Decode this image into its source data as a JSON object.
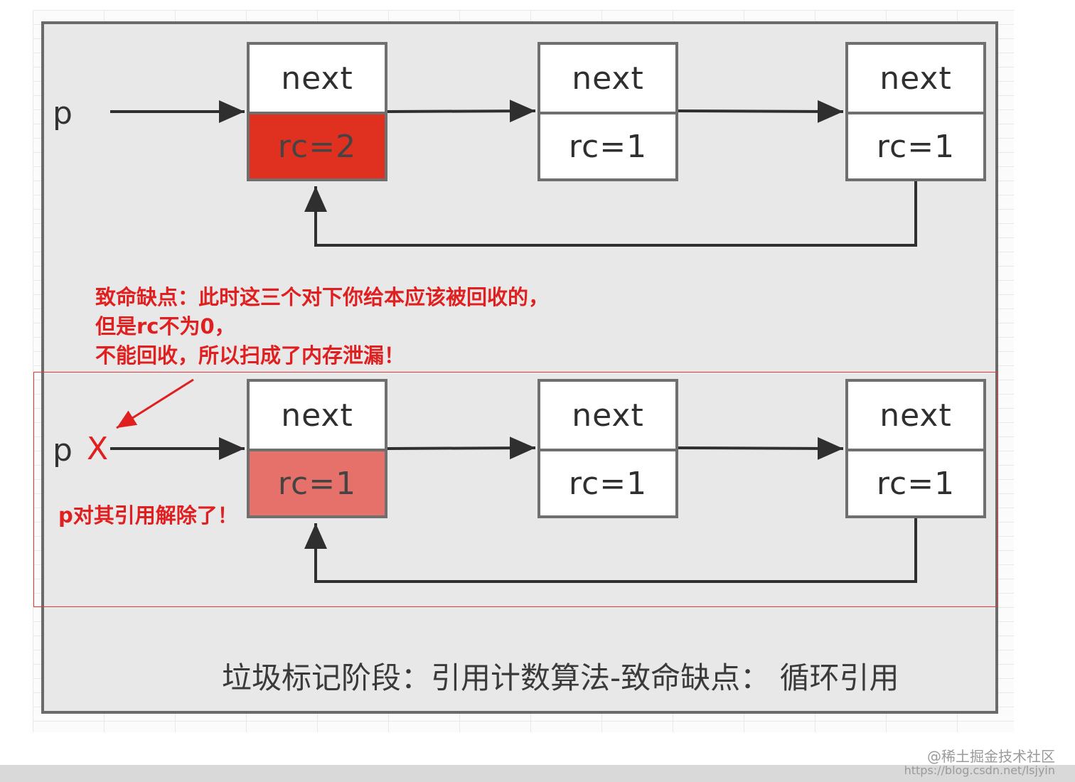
{
  "top_row": {
    "pointer_label": "p",
    "nodes": [
      {
        "next": "next",
        "rc": "rc=2"
      },
      {
        "next": "next",
        "rc": "rc=1"
      },
      {
        "next": "next",
        "rc": "rc=1"
      }
    ]
  },
  "bottom_row": {
    "pointer_label": "p",
    "cut_mark": "X",
    "nodes": [
      {
        "next": "next",
        "rc": "rc=1"
      },
      {
        "next": "next",
        "rc": "rc=1"
      },
      {
        "next": "next",
        "rc": "rc=1"
      }
    ]
  },
  "annotation": {
    "lines": [
      "致命缺点：此时这三个对下你给本应该被回收的，",
      "但是rc不为0，",
      "不能回收，所以扫成了内存泄漏！"
    ],
    "unlink_note": "p对其引用解除了！"
  },
  "caption": "垃圾标记阶段：引用计数算法-致命缺点： 循环引用",
  "watermark": {
    "line1": "@稀土掘金技术社区",
    "line2": "https://blog.csdn.net/lsjyin"
  },
  "colors": {
    "rc_highlight_strong": "#e03020",
    "rc_highlight_soft": "#e6716a",
    "annotation_text": "#e02020"
  }
}
